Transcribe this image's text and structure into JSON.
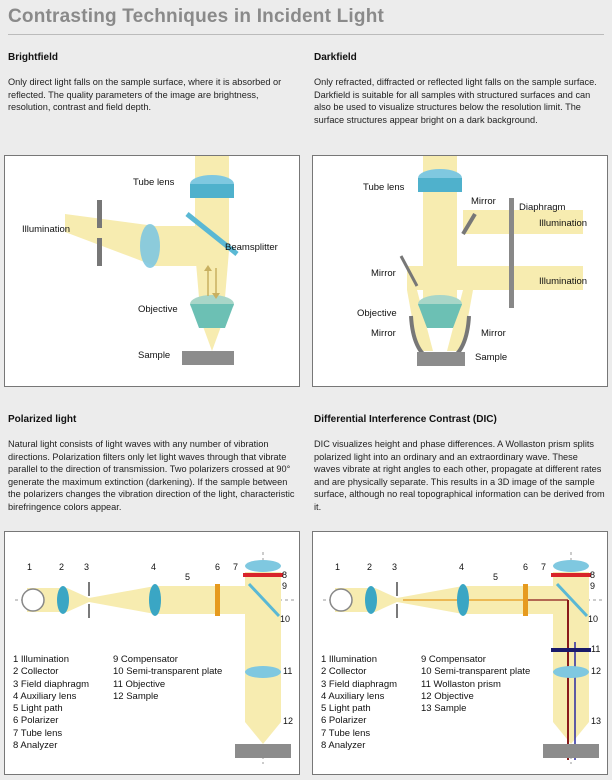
{
  "title": "Contrasting Techniques in Incident Light",
  "brightfield": {
    "heading": "Brightfield",
    "text": "Only direct light falls on the sample surface, where it is absorbed or reflected. The quality parameters of the image are brightness, resolution, contrast and field depth.",
    "labels": {
      "tube_lens": "Tube lens",
      "illumination": "Illumination",
      "beamsplitter": "Beamsplitter",
      "objective": "Objective",
      "sample": "Sample"
    }
  },
  "darkfield": {
    "heading": "Darkfield",
    "text": "Only refracted, diffracted or reflected light falls on the sample surface. Darkfield is suitable for all samples with structured surfaces and can also be used to visualize structures below the resolution limit. The surface structures appear bright on a dark background.",
    "labels": {
      "tube_lens": "Tube lens",
      "mirror_top": "Mirror",
      "diaphragm": "Diaphragm",
      "illumination_1": "Illumination",
      "illumination_2": "Illumination",
      "mirror_mid": "Mirror",
      "objective": "Objective",
      "mirror_left": "Mirror",
      "mirror_right": "Mirror",
      "sample": "Sample"
    }
  },
  "polarized": {
    "heading": "Polarized light",
    "text": "Natural light consists of light waves with any number of vibration directions. Polarization filters only let light waves through that vibrate parallel to the direction of transmission. Two polarizers crossed at 90° generate the maximum extinction (darkening). If the sample between the polarizers changes the vibration direction of the light, characteristic birefringence colors appear.",
    "numbers": [
      "1",
      "2",
      "3",
      "4",
      "5",
      "6",
      "7",
      "8",
      "9",
      "10",
      "11",
      "12"
    ],
    "legend_left": [
      "1 Illumination",
      "2 Collector",
      "3 Field diaphragm",
      "4 Auxiliary lens",
      "5 Light path",
      "6 Polarizer",
      "7 Tube lens",
      "8 Analyzer"
    ],
    "legend_right": [
      "9 Compensator",
      "10 Semi-transparent plate",
      "11 Objective",
      "12 Sample"
    ]
  },
  "dic": {
    "heading": "Differential Interference Contrast (DIC)",
    "text": "DIC visualizes height and phase differences. A Wollaston prism splits polarized light into an ordinary and an extraordinary wave. These waves vibrate at right angles to each other, propagate at different rates and are physically separate. This results in a 3D image of the sample surface, although no real topographical information can be derived from it.",
    "numbers": [
      "1",
      "2",
      "3",
      "4",
      "5",
      "6",
      "7",
      "8",
      "9",
      "10",
      "11",
      "12",
      "13"
    ],
    "legend_left": [
      "1 Illumination",
      "2 Collector",
      "3 Field diaphragm",
      "4 Auxiliary lens",
      "5 Light path",
      "6 Polarizer",
      "7 Tube lens",
      "8 Analyzer"
    ],
    "legend_right": [
      "9 Compensator",
      "10 Semi-transparent plate",
      "11 Wollaston prism",
      "12 Objective",
      "13 Sample"
    ]
  },
  "colors": {
    "beam": "#f7ecb0",
    "lens": "#7fc8e0",
    "lens_dark": "#3aa6c4",
    "sample": "#8c8c8c",
    "polarizer": "#e69a1e",
    "analyzer": "#d8242a"
  }
}
